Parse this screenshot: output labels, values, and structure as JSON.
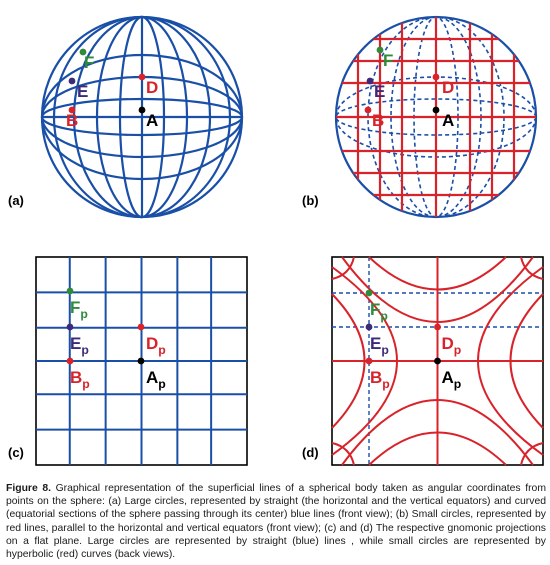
{
  "panels": {
    "a": {
      "tag": "(a)",
      "points": {
        "A": "A",
        "B": "B",
        "D": "D",
        "E": "E",
        "F": "F"
      }
    },
    "b": {
      "tag": "(b)",
      "points": {
        "A": "A",
        "B": "B",
        "D": "D",
        "E": "E",
        "F": "F"
      }
    },
    "c": {
      "tag": "(c)",
      "points": {
        "A": "A",
        "B": "B",
        "D": "D",
        "E": "E",
        "F": "F"
      },
      "subscript": "p"
    },
    "d": {
      "tag": "(d)",
      "points": {
        "A": "A",
        "B": "B",
        "D": "D",
        "E": "E",
        "F": "F"
      },
      "subscript": "p"
    }
  },
  "colors": {
    "blue": "#1a4fa8",
    "red": "#d8232a",
    "black": "#000000",
    "green": "#2e8b3a",
    "purple": "#3d2a7a"
  },
  "caption": {
    "label": "Figure 8.",
    "text": " Graphical representation of the superficial lines of a spherical body taken as angular coordinates from points on the sphere: (a) Large circles, represented by straight (the horizontal and the vertical equators) and curved (equatorial sections of the sphere passing through its center) blue lines (front view); (b) Small circles, represented by red lines, parallel to the horizontal and vertical equators (front view); (c) and (d) The respective gnomonic projections on a flat plane. Large circles are represented by straight (blue) lines , while small circles are represented by hyperbolic (red) curves (back views)."
  }
}
